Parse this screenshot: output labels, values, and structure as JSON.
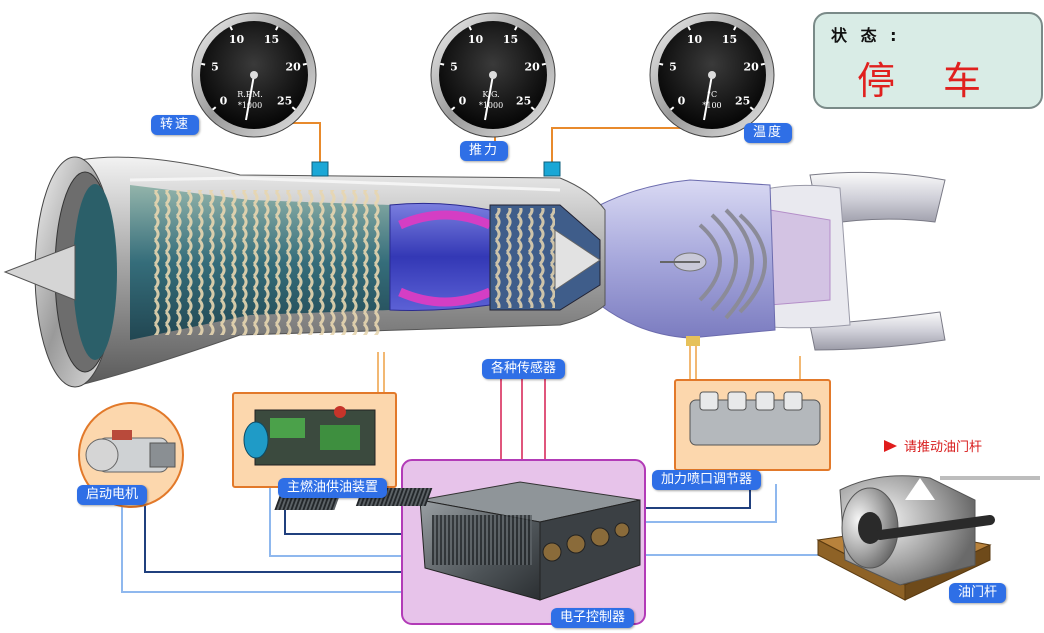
{
  "status": {
    "title": "状 态 :",
    "value": "停 车"
  },
  "gauges": {
    "rpm": {
      "ticks": [
        "0",
        "5",
        "10",
        "15",
        "20",
        "25"
      ],
      "center_line1": "R.P.M.",
      "center_line2": "*1000",
      "label": "转速"
    },
    "thrust": {
      "ticks": [
        "0",
        "5",
        "10",
        "15",
        "20",
        "25"
      ],
      "center_line1": "K.G.",
      "center_line2": "*1000",
      "label": "推力"
    },
    "temp": {
      "ticks": [
        "0",
        "5",
        "10",
        "15",
        "20",
        "25"
      ],
      "center_line1": "°C",
      "center_line2": "*100",
      "label": "温度"
    }
  },
  "components": {
    "sensors": "各种传感器",
    "starter": "启动电机",
    "fuel_supply": "主燃油供油装置",
    "afterburner_regulator": "加力喷口调节器",
    "ecu": "电子控制器",
    "throttle": "油门杆"
  },
  "hint": "请推动油门杆",
  "colors": {
    "label_bg": "#2f6fe6",
    "card_fill": "#fcd7ad",
    "card_border": "#e2792a",
    "ecu_fill": "#e7c3ea",
    "ecu_border": "#b23bb7",
    "status_text": "#e0201e",
    "line_orange": "#e88a2c",
    "line_pink": "#e0567c",
    "line_navy": "#20407e",
    "line_light_blue": "#8fb8ee"
  }
}
